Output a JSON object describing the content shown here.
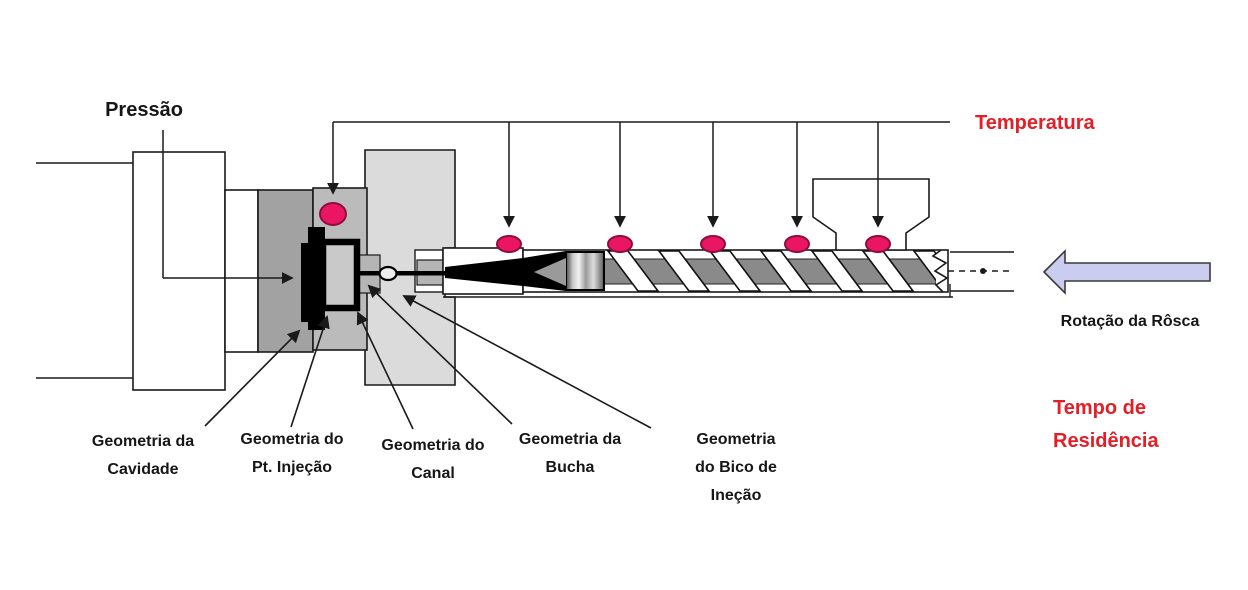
{
  "annotations": {
    "pressure": "Pressão",
    "temperature": "Temperatura",
    "screw_rotation": "Rotação da Rôsca",
    "residence_time_line1": "Tempo de",
    "residence_time_line2": "Residência"
  },
  "part_labels": [
    {
      "lines": [
        "Geometria da",
        "Cavidade"
      ]
    },
    {
      "lines": [
        "Geometria do",
        "Pt. Injeção"
      ]
    },
    {
      "lines": [
        "Geometria do",
        "Canal"
      ]
    },
    {
      "lines": [
        "Geometria da",
        "Bucha"
      ]
    },
    {
      "lines": [
        "Geometria",
        "do Bico de",
        "Ineção"
      ]
    }
  ],
  "colors": {
    "accent_red": "#e31e27",
    "sensor_pink": "#ea1563",
    "sensor_pink_stroke": "#8e0d3e",
    "rotation_arrow_fill": "#cbcdf0",
    "line_black": "#1a1a1a",
    "mold_dark_gray": "#a2a2a2",
    "mold_mid_gray": "#bbbbbb",
    "platen_light_gray": "#dbdbdb",
    "screw_gray": "#8a8a8a"
  }
}
